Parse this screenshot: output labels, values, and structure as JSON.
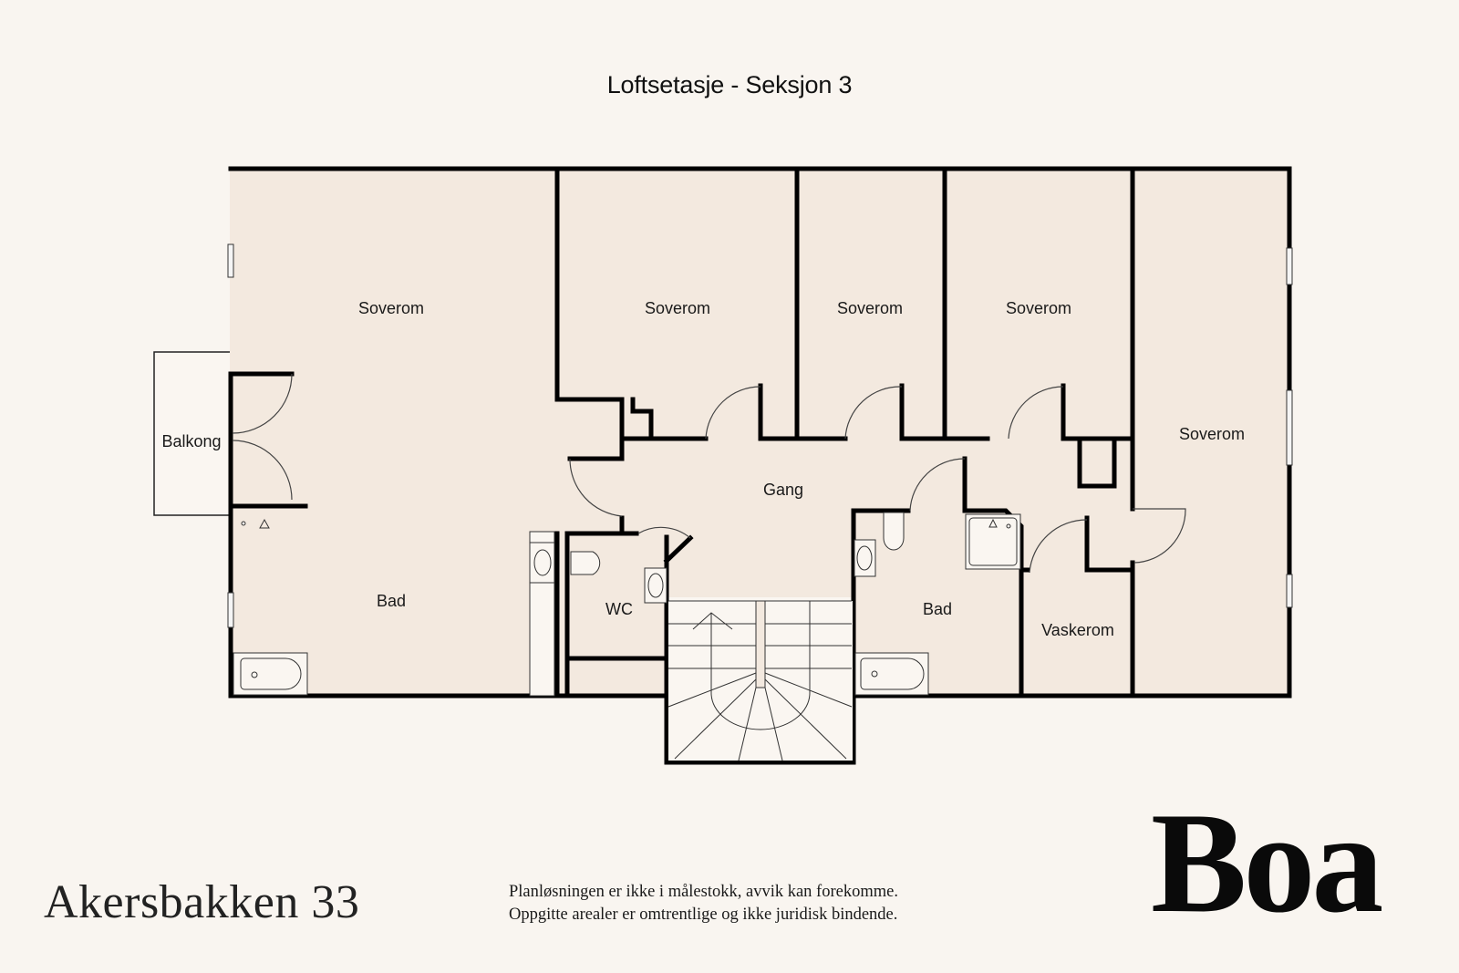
{
  "title": "Loftsetasje - Seksjon 3",
  "colors": {
    "background": "#f9f5f0",
    "room_fill": "#f3e9df",
    "light_fill": "#faf6f1",
    "wall": "#000000",
    "text": "#111111"
  },
  "rooms": {
    "soverom_1": "Soverom",
    "soverom_2": "Soverom",
    "soverom_3": "Soverom",
    "soverom_4": "Soverom",
    "soverom_5": "Soverom",
    "balkong": "Balkong",
    "bad_1": "Bad",
    "gang": "Gang",
    "wc": "WC",
    "bad_2": "Bad",
    "vaskerom": "Vaskerom"
  },
  "footer": {
    "address": "Akersbakken 33",
    "disclaimer_line1": "Planløsningen er ikke i målestokk, avvik kan forekomme.",
    "disclaimer_line2": "Oppgitte arealer er omtrentlige og ikke juridisk bindende.",
    "logo": "Boa"
  }
}
